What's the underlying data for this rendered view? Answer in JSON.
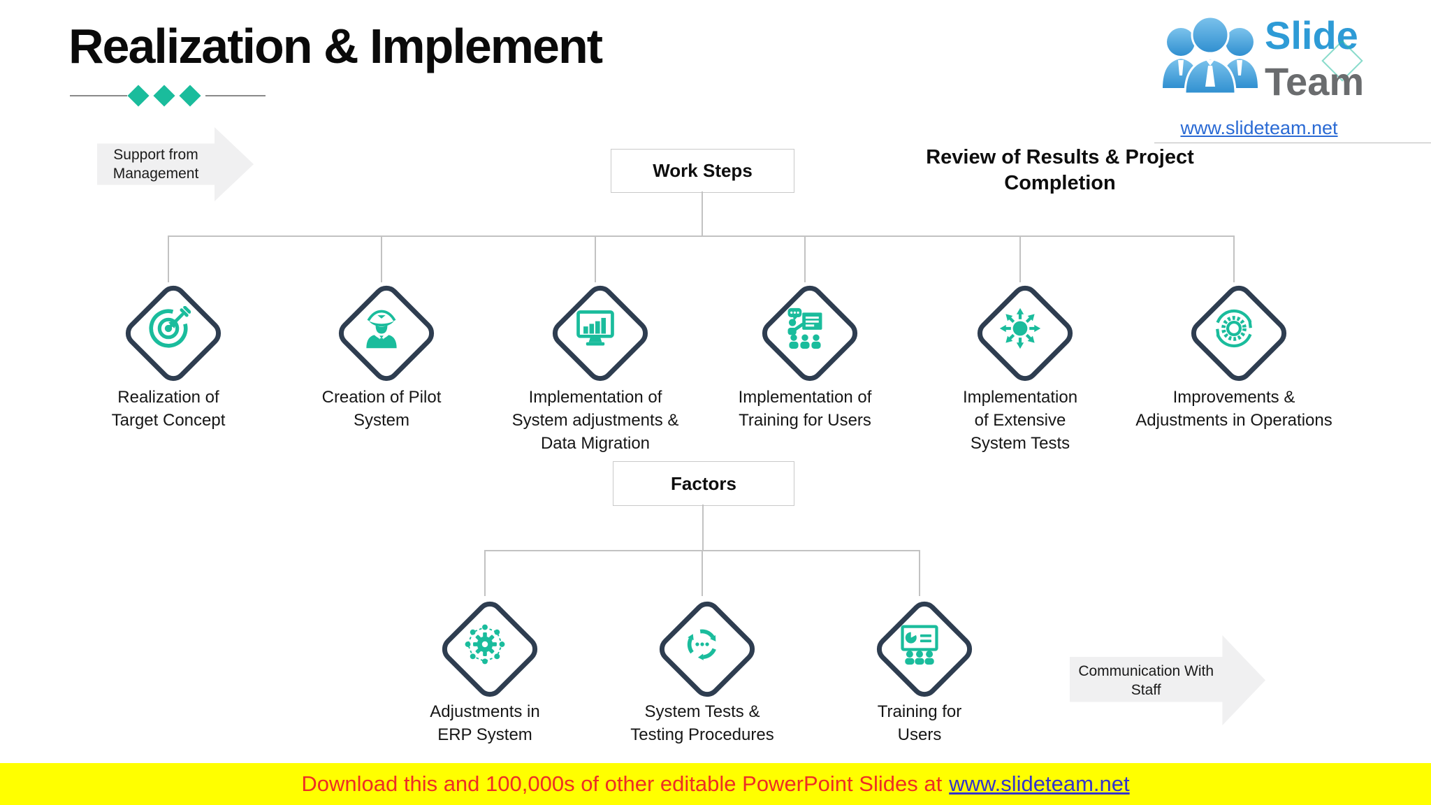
{
  "header": {
    "title": "Realization & Implement"
  },
  "logo": {
    "brand_line1": "Slide",
    "brand_line2": "Team",
    "url": "www.slideteam.net"
  },
  "annotations": {
    "support": "Support from Management",
    "review": "Review of Results & Project Completion",
    "communication": "Communication With Staff"
  },
  "work_steps": {
    "header": "Work Steps",
    "items": [
      {
        "icon": "target-icon",
        "label": "Realization of Target Concept"
      },
      {
        "icon": "pilot-icon",
        "label": "Creation of Pilot System"
      },
      {
        "icon": "monitor-chart-icon",
        "label": "Implementation of System adjustments & Data Migration"
      },
      {
        "icon": "trainer-presentation-icon",
        "label": "Implementation of Training for Users"
      },
      {
        "icon": "expand-arrows-icon",
        "label": "Implementation of Extensive System Tests"
      },
      {
        "icon": "process-gear-icon",
        "label": "Improvements & Adjustments in Operations"
      }
    ]
  },
  "factors": {
    "header": "Factors",
    "items": [
      {
        "icon": "gear-network-icon",
        "label": "Adjustments in ERP System"
      },
      {
        "icon": "cycle-arrows-icon",
        "label": "System Tests & Testing Procedures"
      },
      {
        "icon": "training-board-icon",
        "label": "Training for Users"
      }
    ]
  },
  "banner": {
    "text": "Download this and 100,000s of other editable PowerPoint Slides at",
    "link": "www.slideteam.net"
  },
  "colors": {
    "teal": "#1ABC9C",
    "navy": "#2E3D50",
    "logo_blue": "#2E9BD6",
    "logo_gray": "#6A6C6E",
    "banner_bg": "#FFFF00",
    "banner_text": "#ED2E24",
    "banner_link": "#3333CC",
    "connector": "#C2C2C2"
  }
}
